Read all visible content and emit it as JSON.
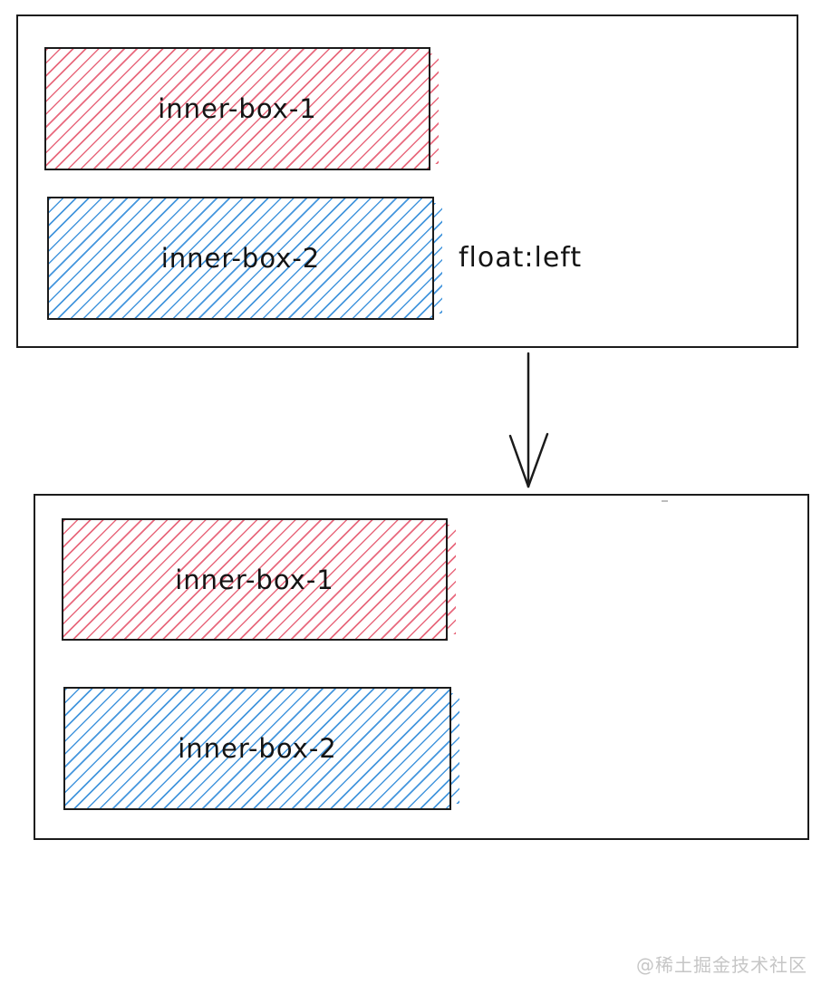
{
  "theme": {
    "red_hatch": "#e8697d",
    "blue_hatch": "#4496dd",
    "ink": "#1b1b1b",
    "watermark_color": "#c6c6c6"
  },
  "before": {
    "box1": {
      "label": "inner-box-1"
    },
    "box2": {
      "label": "inner-box-2"
    },
    "annotation": "float:left"
  },
  "after": {
    "box1": {
      "label": "inner-box-1"
    },
    "box2": {
      "label": "inner-box-2"
    }
  },
  "watermark": "@稀土掘金技术社区"
}
